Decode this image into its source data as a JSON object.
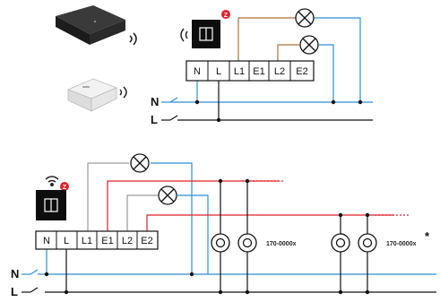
{
  "colors": {
    "neutral_wire": "#2b8fd6",
    "live_wire": "#111111",
    "switched_wire_red": "#e0202a",
    "switched_wire_grey": "#9a9a9a",
    "switched_wire_brown": "#b0703a",
    "zigbee_badge": "#e0202a",
    "switch_face": "#0d0d0d"
  },
  "diagram_top": {
    "terminals": [
      "N",
      "L",
      "L1",
      "E1",
      "L2",
      "E2"
    ],
    "bus_labels": {
      "neutral": "N",
      "live": "L"
    },
    "zigbee_badge_text": "Z",
    "devices": [
      "hub-dark-icon",
      "hub-light-icon",
      "smart-switch-icon",
      "lamp-icon",
      "lamp-icon"
    ]
  },
  "diagram_bottom": {
    "terminals": [
      "N",
      "L",
      "L1",
      "E1",
      "L2",
      "E2"
    ],
    "bus_labels": {
      "neutral": "N",
      "live": "L"
    },
    "zigbee_badge_text": "Z",
    "part_labels": [
      "170-0000x",
      "170-0000x"
    ],
    "footnote_mark": "*",
    "devices": [
      "wifi-icon",
      "smart-switch-icon",
      "lamp-icon",
      "lamp-icon",
      "socket-icon",
      "socket-icon",
      "socket-icon",
      "socket-icon"
    ]
  }
}
